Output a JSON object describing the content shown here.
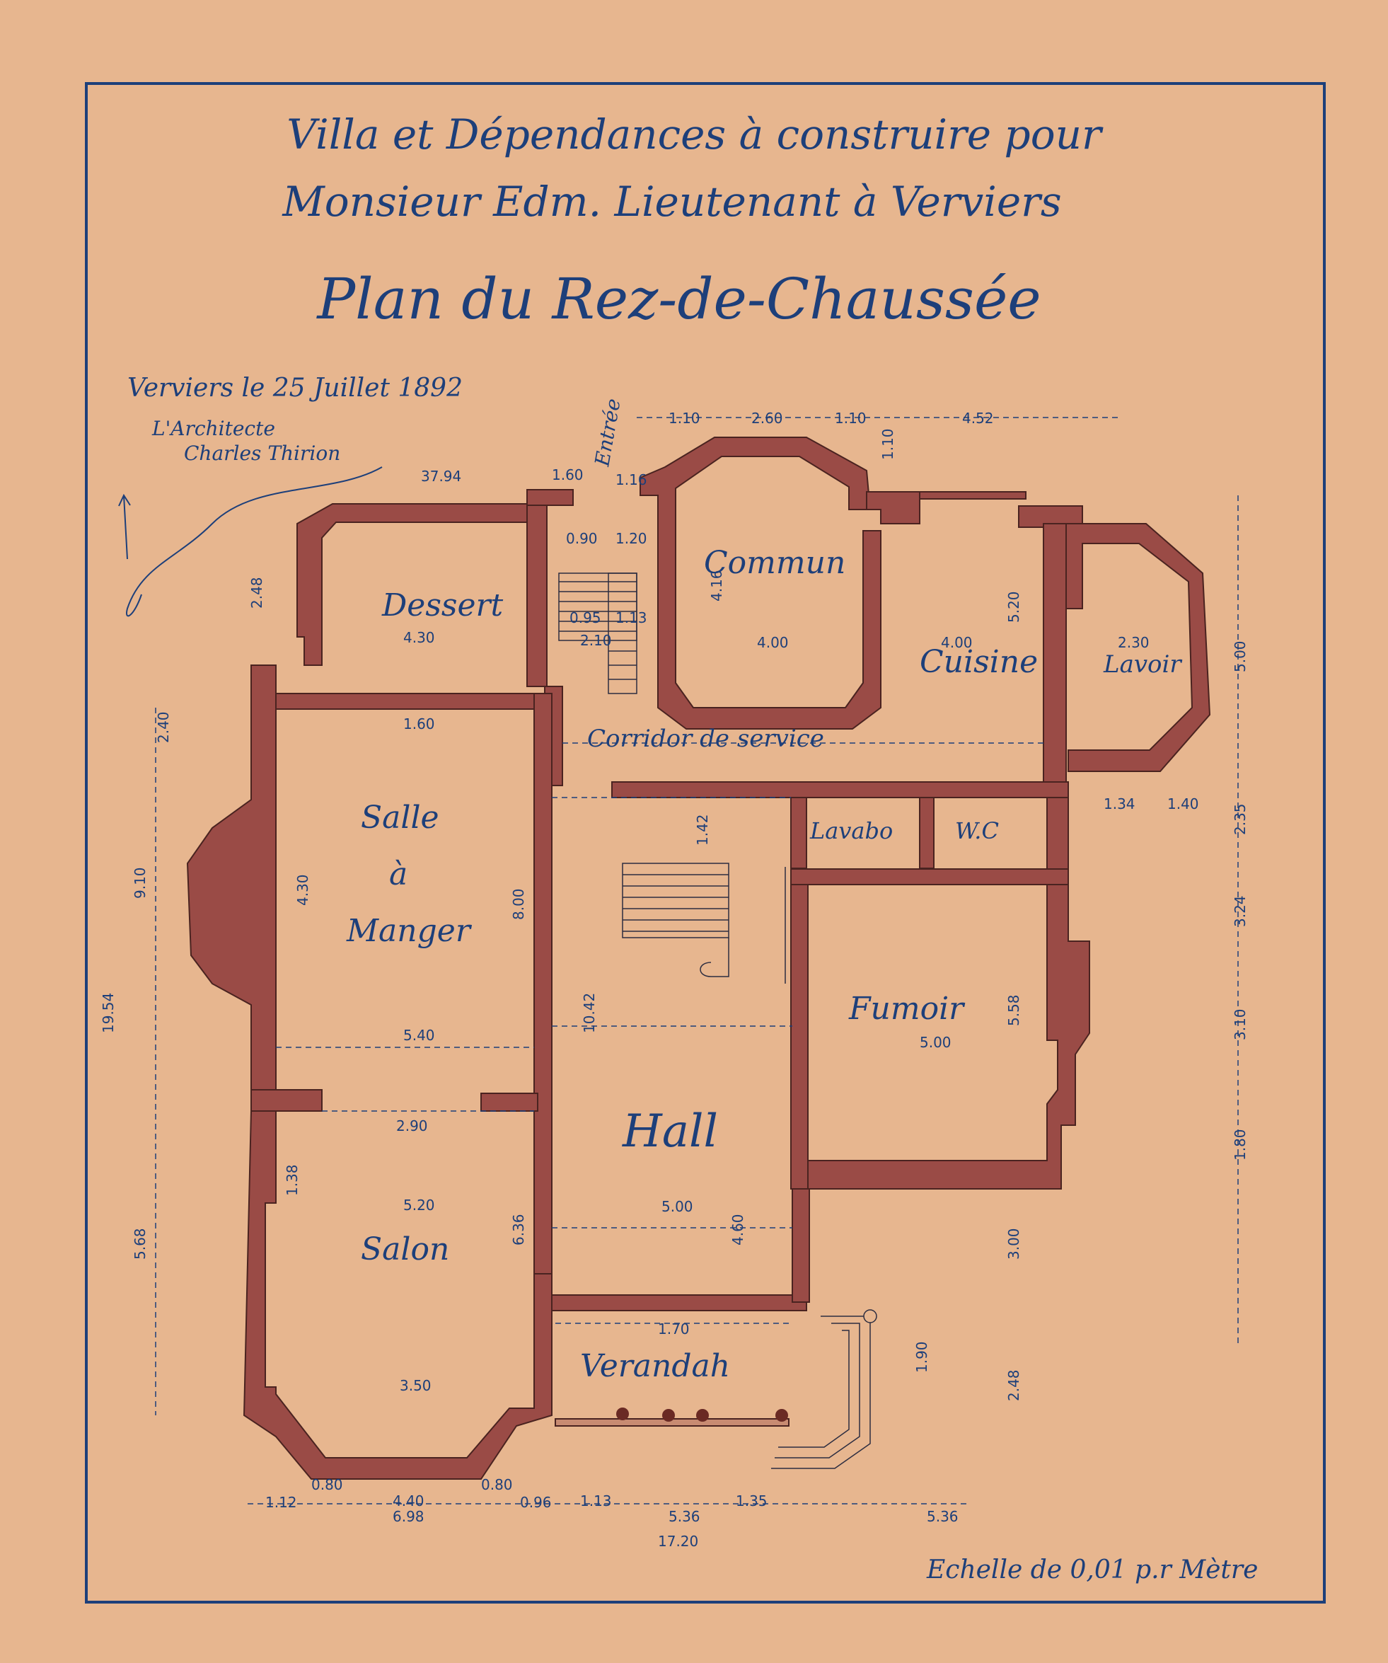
{
  "title": {
    "line1": "Villa et Dépendances à construire pour",
    "line2": "Monsieur Edm. Lieutenant à Verviers",
    "line3": "Plan du Rez-de-Chaussée"
  },
  "signature": {
    "date": "Verviers le 25 Juillet 1892",
    "role": "L'Architecte",
    "name": "Charles Thirion"
  },
  "scale_note": "Echelle de 0,01 p.r Mètre",
  "rooms": {
    "dessert": "Dessert",
    "commun": "Commun",
    "cuisine": "Cuisine",
    "lavoir": "Lavoir",
    "corridor": "Corridor de service",
    "salle1": "Salle",
    "salle2": "à",
    "salle3": "Manger",
    "lavabo": "Lavabo",
    "wc": "W.C",
    "fumoir": "Fumoir",
    "hall": "Hall",
    "salon": "Salon",
    "verandah": "Verandah",
    "entree": "Entrée"
  },
  "dimensions": {
    "top": [
      "1.10",
      "2.60",
      "1.10",
      "4.52",
      "37.94",
      "1.60",
      "1.16",
      "0.90",
      "1.20",
      "1.10"
    ],
    "dessert": "4.30",
    "commun_w": "4.00",
    "commun_h": "4.16",
    "cuisine_w": "4.00",
    "cuisine_h": "5.20",
    "lavoir_w": "2.30",
    "salle_top": "1.60",
    "salle_w": "5.40",
    "salle_h": "8.00",
    "salle_h2": "4.30",
    "hall_h": "10.42",
    "hall_w": "5.00",
    "hall_h2": "4.60",
    "fumoir_w": "5.00",
    "fumoir_h": "5.58",
    "salon_w": "5.20",
    "salon_h": "6.36",
    "salon_b": "3.50",
    "salon_top": "2.90",
    "verandah_w": "1.70",
    "bottom": [
      "1.12",
      "0.80",
      "4.40",
      "6.98",
      "0.80",
      "0.96",
      "1.13",
      "5.36",
      "1.35",
      "5.36",
      "17.20"
    ],
    "left_total": "19.54",
    "left": [
      "2.40",
      "2.48",
      "9.10",
      "5.68",
      "1.38"
    ],
    "right": [
      "5.00",
      "2.35",
      "3.24",
      "3.10",
      "1.80",
      "3.00",
      "2.48",
      "1.90"
    ],
    "lavabo_w": "1.34",
    "wc_w": "1.40",
    "stairs": [
      "0.95",
      "1.13",
      "2.10",
      "1.42"
    ]
  }
}
